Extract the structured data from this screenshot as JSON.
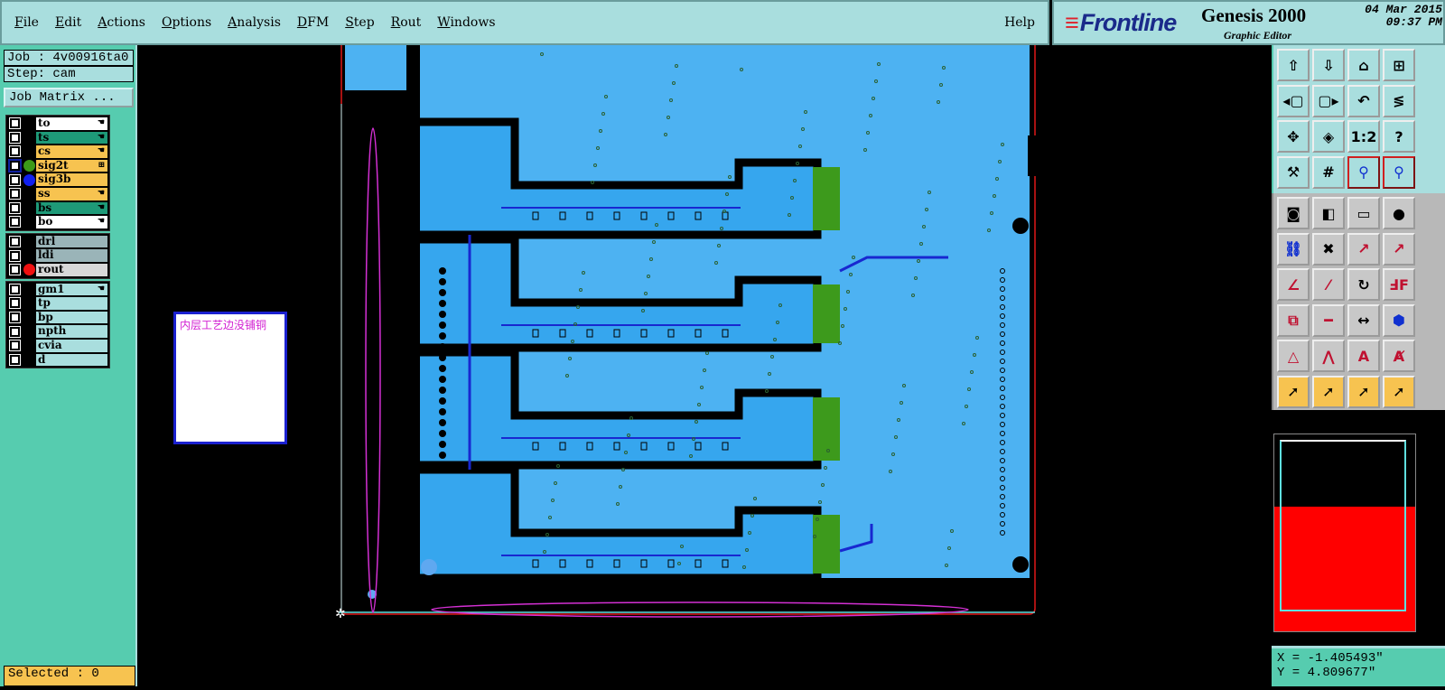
{
  "menu": [
    "File",
    "Edit",
    "Actions",
    "Options",
    "Analysis",
    "DFM",
    "Step",
    "Rout",
    "Windows"
  ],
  "help": "Help",
  "brand": {
    "logo": "Frontline",
    "product": "Genesis 2000",
    "subtitle": "Graphic Editor",
    "date": "04 Mar 2015",
    "time": "09:37 PM"
  },
  "job": {
    "job": "Job : 4v00916ta0",
    "step": "Step: cam",
    "matrix": "Job Matrix ..."
  },
  "layer_groups": [
    [
      {
        "name": "to",
        "bg": "#ffffff",
        "hand": true
      },
      {
        "name": "ts",
        "bg": "#1e9a78",
        "hand": true
      },
      {
        "name": "cs",
        "bg": "#f7c350",
        "hand": true
      },
      {
        "name": "sig2t",
        "bg": "#f7c350",
        "dot": "#3c9a18",
        "box": true,
        "sel": true
      },
      {
        "name": "sig3b",
        "bg": "#f7c350",
        "dot": "#1020f0"
      },
      {
        "name": "ss",
        "bg": "#f7c350",
        "hand": true
      },
      {
        "name": "bs",
        "bg": "#1e9a78",
        "hand": true
      },
      {
        "name": "bo",
        "bg": "#ffffff",
        "hand": true
      }
    ],
    [
      {
        "name": "drl",
        "bg": "#9ab4b8"
      },
      {
        "name": "ldi",
        "bg": "#9ab4b8"
      },
      {
        "name": "rout",
        "bg": "#d8d8d8",
        "dot": "#f01010"
      }
    ],
    [
      {
        "name": "gm1",
        "bg": "#a9dede",
        "hand": true
      },
      {
        "name": "tp",
        "bg": "#a9dede"
      },
      {
        "name": "bp",
        "bg": "#a9dede"
      },
      {
        "name": "npth",
        "bg": "#a9dede"
      },
      {
        "name": "cvia",
        "bg": "#a9dede"
      },
      {
        "name": "d",
        "bg": "#a9dede"
      }
    ]
  ],
  "selected": "Selected : 0",
  "note": "内层工艺边没铺铜",
  "toolbar_top": [
    {
      "name": "zoom-in-icon",
      "g": "⇧"
    },
    {
      "name": "zoom-out-icon",
      "g": "⇩"
    },
    {
      "name": "home-icon",
      "g": "⌂"
    },
    {
      "name": "xy-grid-icon",
      "g": "⊞"
    },
    {
      "name": "pan-left-icon",
      "g": "◂▢"
    },
    {
      "name": "pan-right-icon",
      "g": "▢▸"
    },
    {
      "name": "undo-view-icon",
      "g": "↶"
    },
    {
      "name": "redraw-icon",
      "g": "≶"
    },
    {
      "name": "zoom-fit-icon",
      "g": "✥"
    },
    {
      "name": "zoom-center-icon",
      "g": "◈"
    },
    {
      "name": "scale-1-2-icon",
      "g": "1:2"
    },
    {
      "name": "help-icon",
      "g": "?"
    },
    {
      "name": "tools-palette-icon",
      "g": "⚒"
    },
    {
      "name": "grid-icon",
      "g": "#"
    },
    {
      "name": "netlist-top-icon",
      "g": "⚲"
    },
    {
      "name": "netlist-bottom-icon",
      "g": "⚲"
    }
  ],
  "toolbar_bottom": [
    {
      "name": "add-pad-icon",
      "g": "◙"
    },
    {
      "name": "add-surface-icon",
      "g": "◧"
    },
    {
      "name": "measure-ruler-icon",
      "g": "▭"
    },
    {
      "name": "fill-pad-icon",
      "g": "●"
    },
    {
      "name": "connect-icon",
      "g": "⛓"
    },
    {
      "name": "delete-icon",
      "g": "✖"
    },
    {
      "name": "move-hollow-icon",
      "g": "↗"
    },
    {
      "name": "move-solid-icon",
      "g": "↗"
    },
    {
      "name": "add-line-icon",
      "g": "∠"
    },
    {
      "name": "line-color-icon",
      "g": "⁄"
    },
    {
      "name": "rotate-icon",
      "g": "↻"
    },
    {
      "name": "mirror-icon",
      "g": "ℲF"
    },
    {
      "name": "copy-pad-icon",
      "g": "⧉"
    },
    {
      "name": "split-line-icon",
      "g": "━"
    },
    {
      "name": "resize-icon",
      "g": "↔"
    },
    {
      "name": "merge-shapes-icon",
      "g": "⬢"
    },
    {
      "name": "triangle-a-icon",
      "g": "△"
    },
    {
      "name": "triangle-b-icon",
      "g": "⋀"
    },
    {
      "name": "triangle-c-icon",
      "g": "A"
    },
    {
      "name": "triangle-d-icon",
      "g": "Ⱥ"
    },
    {
      "name": "select-pointer-icon",
      "g": "➚"
    },
    {
      "name": "select-box-icon",
      "g": "➚"
    },
    {
      "name": "select-polygon-icon",
      "g": "➚"
    },
    {
      "name": "select-net-icon",
      "g": "➚"
    }
  ],
  "coords": {
    "x": "X = -1.405493\"",
    "y": "Y = 4.809677\""
  },
  "colors": {
    "board": "#4db2f2",
    "finger": "#36a6ee",
    "panel": "#56ccaf",
    "menu": "#a9dede",
    "rout": "#e01818",
    "outline": "#d430d4"
  }
}
